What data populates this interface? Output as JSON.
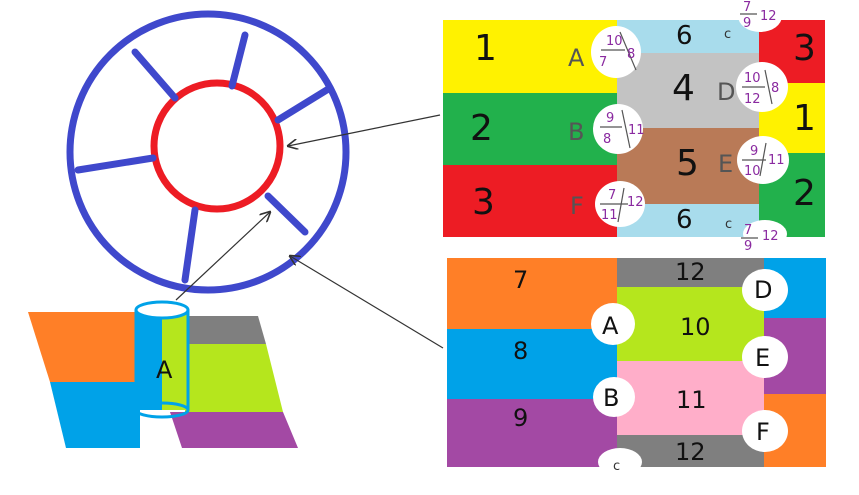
{
  "colors": {
    "yellow": "#fff200",
    "green": "#22b14c",
    "red": "#ed1c24",
    "lightblue": "#a8dcec",
    "gray": "#c3c3c3",
    "brown": "#b97a57",
    "orange": "#ff7f27",
    "blue": "#00a2e8",
    "purple": "#a349a4",
    "darkgray": "#7f7f7f",
    "lime": "#b5e61d",
    "pink": "#ffaec9",
    "ringBlue": "#3f48cc",
    "ringRed": "#ed1c24"
  },
  "top_diagram": {
    "left_labels": [
      "1",
      "2",
      "3"
    ],
    "right_labels": [
      "3",
      "1",
      "2"
    ],
    "center_labels": [
      "6",
      "4",
      "5",
      "6"
    ],
    "letters": [
      "A",
      "B",
      "F",
      "D",
      "E",
      "c",
      "c"
    ],
    "fractions": {
      "A": [
        "10",
        "7",
        "8"
      ],
      "B": [
        "9",
        "8",
        "11"
      ],
      "F": [
        "7",
        "11",
        "12"
      ],
      "D": [
        "10",
        "12",
        "8"
      ],
      "E": [
        "9",
        "10",
        "11"
      ],
      "topc": [
        "7",
        "9",
        "12"
      ],
      "botc": [
        "7",
        "9",
        "12"
      ]
    }
  },
  "bottom_diagram": {
    "left_labels": [
      "7",
      "8",
      "9"
    ],
    "center_labels": [
      "12",
      "10",
      "11",
      "12"
    ],
    "circle_labels": [
      "A",
      "B",
      "c",
      "D",
      "E",
      "F"
    ]
  },
  "small_diagram": {
    "cylinder_label": "A"
  }
}
